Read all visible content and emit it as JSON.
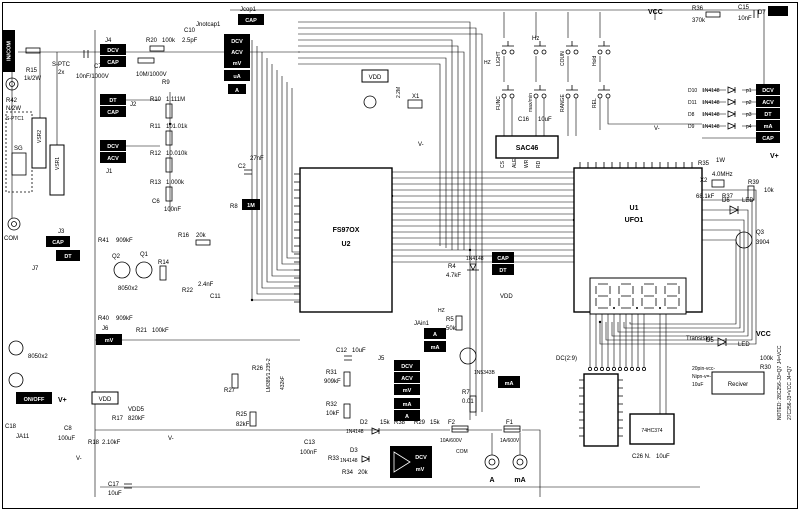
{
  "colors": {
    "ink": "#000000",
    "paper": "#ffffff"
  },
  "t": {
    "jcop1": "Jcop1",
    "jcop1_cap": "CAP",
    "jnotcap1": "Jnotcap1",
    "jn_dcv": "DCV",
    "jn_acv": "ACV",
    "jn_mv": "mV",
    "jn_ua": "uA",
    "jn_a": "A",
    "vcc_top": "VCC",
    "r36": "R36",
    "r36v": "370k",
    "c15": "C15",
    "c15v": "10nF",
    "d7": "D7",
    "incom": "IN/COM",
    "r15": "R15",
    "r15v": "1k/2W",
    "r42": "R42",
    "r42v": "N/2W",
    "sptc": "S-PTC",
    "sptc_2x": "2x",
    "c7": "C7",
    "c7v": "10nF/1000V",
    "j4": "J4",
    "j4_dcv": "DCV",
    "j4_cap": "CAP",
    "r20": "R20",
    "r20v": "100k",
    "c10": "C10",
    "c10v": "2.5pF",
    "r9v": "10M/1000V",
    "r9": "R9",
    "sptc1": "S-PTC1",
    "vsr2": "VSR2",
    "vsr1": "VSR1",
    "sg": "SG",
    "j2": "J2",
    "j2_dt": "DT",
    "j2_cap": "CAP",
    "j1": "J1",
    "j1_dcv": "DCV",
    "j1_acv": "ACV",
    "r10": "R10",
    "r10v": "1.111M",
    "r11": "R11",
    "r11v": "101.01k",
    "r12": "R12",
    "r12v": "10.010k",
    "r13": "R13",
    "r13v": "1.000k",
    "c6": "C6",
    "c6v": "100nF",
    "r8": "R8",
    "r8v": "1M",
    "c2": "C2",
    "c2v": "27nF",
    "com_left": "COM",
    "j3": "J3",
    "j3_cap": "CAP",
    "j3_dt": "DT",
    "j7": "J7",
    "q2": "Q2",
    "q1": "Q1",
    "q12": "8050x2",
    "r14": "R14",
    "r41": "R41",
    "r41v": "909kF",
    "r16": "R16",
    "r16v": "20k",
    "r22": "R22",
    "r22v": "2.4nF",
    "c11": "C11",
    "r40": "R40",
    "r40v": "909kF",
    "r21": "R21",
    "r21v": "100kF",
    "j6": "J6",
    "j6_mv": "mV",
    "r27": "R27",
    "r26": "R26",
    "lm385": "LM385/1.235-2",
    "r23v": "432kF",
    "onoff": "ON/OFF",
    "vplus_l": "V+",
    "vdd_l": "VDD",
    "vdd5": "VDD5",
    "r17": "R17",
    "r17v": "820kF",
    "r18": "R18",
    "r18v": "2.10kF",
    "c8": "C8",
    "c8v": "100uF",
    "r25": "R25",
    "r25v": "82kF",
    "vminus_a": "V-",
    "vminus_b": "V-",
    "c17": "C17",
    "c17v": "10uF",
    "c18": "C18",
    "ja11": "JA11",
    "q45": "8050x2",
    "u2_name": "FS97OX",
    "u2_ref": "U2",
    "vdd_t": "VDD",
    "r_2m2": "2.2M",
    "x1": "X1",
    "vminus_c": "V-",
    "sac46": "SAC46",
    "sig_cs": "CS",
    "sig_ale": "ALE",
    "sig_wr": "WR",
    "sig_rd": "RD",
    "btn_light": "LIGHT",
    "btn_hz": "Hz",
    "btn_coun": "COUN",
    "btn_hold": "Hold",
    "hz_small": "HZ",
    "btn_func": "FUNC",
    "btn_maxmin": "max/min",
    "btn_range": "RANGE",
    "btn_rel": "REL",
    "c16": "C16",
    "c16v": "10uF",
    "u1_ref": "U1",
    "u1_name": "UFO1",
    "vminus_d": "V-",
    "d10": "D10",
    "d10v": "1N4148",
    "d11": "D11",
    "d11v": "1N4148",
    "d8": "D8",
    "d8v": "1N4148",
    "d9": "D9",
    "d9v": "1N4148",
    "p1": "p1",
    "p2": "p2",
    "p3": "p3",
    "p4": "p4",
    "rc_dcv": "DCV",
    "rc_acv": "ACV",
    "rc_dt": "DT",
    "rc_ma": "mA",
    "rc_cap": "CAP",
    "r35": "R35",
    "r35v": "1W",
    "x2": "X2",
    "x2v": "4.0MHz",
    "r37v": "68.1kF",
    "r37": "R37",
    "vplus_r": "V+",
    "r39": "R39",
    "r39v": "10k",
    "d6": "D6",
    "d6v": "LED",
    "q3": "Q3",
    "q3v": "3904",
    "vcc_r": "VCC",
    "d5": "D5",
    "d5v": "LED",
    "r30v": "100k",
    "r30": "R30",
    "transistor": "Transistor",
    "reciver": "Reciver",
    "dc29": "DC(2:9)",
    "ic374": "74HC374",
    "note20a": "20pin-vcc-",
    "note20b": "Nipn-v=-",
    "note20c": "10uF",
    "c26": "C26 N.",
    "c26v": "10uF",
    "noted1": "NOTED: 28C256-J3=Q7  J4=VCC",
    "noted2": "27C256-J3=VCC  J4=Q7",
    "c12": "C12",
    "c12v": "10uF",
    "j5": "J5",
    "j5_dcv": "DCV",
    "j5_acv": "ACV",
    "j5_mv": "mV",
    "j5_ma": "mA",
    "j5_a": "A",
    "jain1": "JAin1",
    "ja_a": "A",
    "ja_ma": "mA",
    "r31": "R31",
    "r31v": "909kF",
    "r32": "R32",
    "r32v": "10kF",
    "c13": "C13",
    "c13v": "100nF",
    "d2": "D2",
    "d2v": "1N4148",
    "d3": "D3",
    "d3v": "1N4148",
    "r33": "R33",
    "r34": "R34",
    "r34v": "20k",
    "r38v": "15k",
    "r38": "R38",
    "r29": "R29",
    "r29v": "15k",
    "op_dcv": "DCV",
    "op_mv": "mV",
    "z1": "1N5343B",
    "r7": "R7",
    "r7v": "0.01",
    "f2": "F2",
    "f2v": "10A/600V",
    "f1": "F1",
    "f1v": "1A/600V",
    "jack_a": "A",
    "jack_ma": "mA",
    "com_b": "COM",
    "ma_box": "mA",
    "hz_b": "HZ",
    "r5": "R5",
    "r5v": "50k",
    "r4": "R4",
    "r4v": "4.7kF",
    "d4v": "1N4148",
    "md_cap": "CAP",
    "md_dt": "DT",
    "vdd_c": "VDD"
  }
}
